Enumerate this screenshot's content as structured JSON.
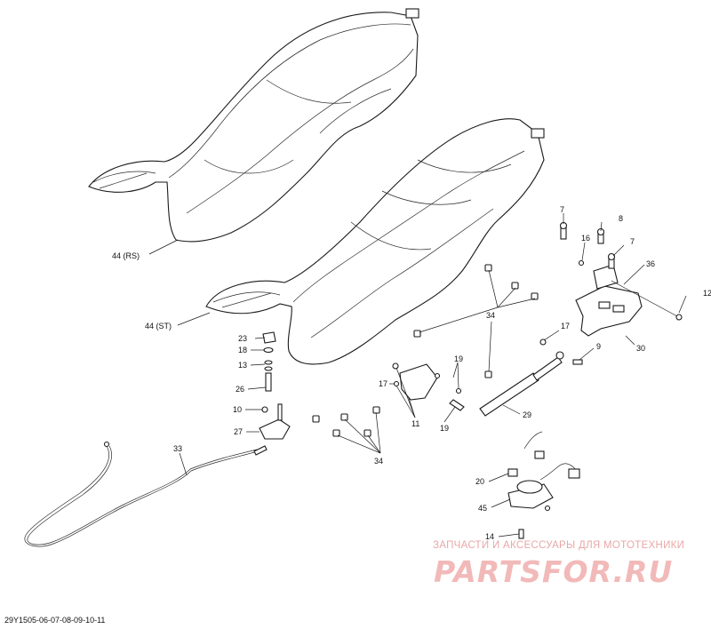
{
  "diagram": {
    "callouts": {
      "c44rs": "44 (RS)",
      "c44st": "44 (ST)",
      "c7a": "7",
      "c8": "8",
      "c16": "16",
      "c7b": "7",
      "c36": "36",
      "c12": "12",
      "c30": "30",
      "c34a": "34",
      "c17a": "17",
      "c9": "9",
      "c23": "23",
      "c18": "18",
      "c13": "13",
      "c26": "26",
      "c10": "10",
      "c27": "27",
      "c19a": "19",
      "c17b": "17",
      "c11": "11",
      "c19b": "19",
      "c29": "29",
      "c34b": "34",
      "c33": "33",
      "c20": "20",
      "c45": "45",
      "c14": "14"
    },
    "drawing_code": "29Y1505-06-07-08-09-10-11"
  },
  "watermark": {
    "tagline": "ЗАПЧАСТИ И АКСЕССУАРЫ ДЛЯ МОТОТЕХНИКИ",
    "logo": "PARTSFOR.RU"
  }
}
